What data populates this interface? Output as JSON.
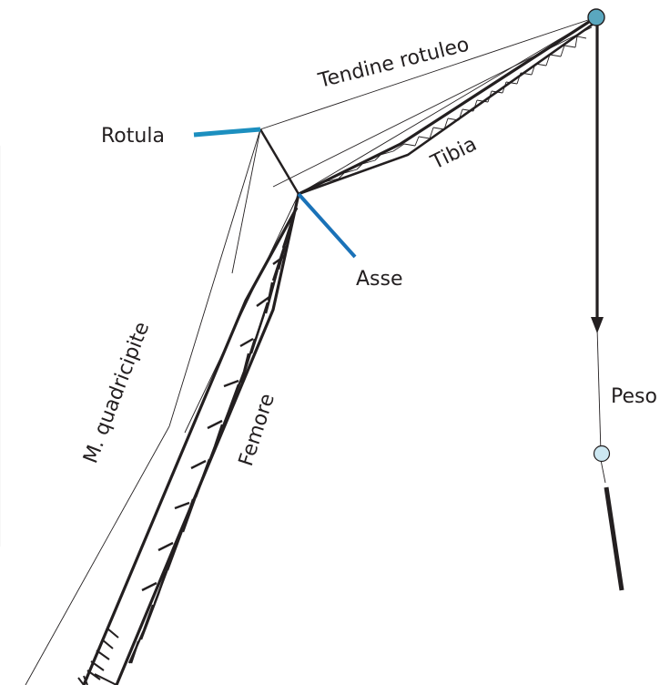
{
  "labels": {
    "tendon": "Tendine rotuleo",
    "patella": "Rotula",
    "tibia": "Tibia",
    "axis": "Asse",
    "quadriceps": "M. quadricipite",
    "femur": "Femore",
    "weight": "Peso"
  },
  "colors": {
    "line": "#231f20",
    "accent_blue": "#1c8fbf",
    "axis_blue": "#1a72b8",
    "node_fill": "#5aa7bf",
    "node_light": "#cde8f2"
  }
}
